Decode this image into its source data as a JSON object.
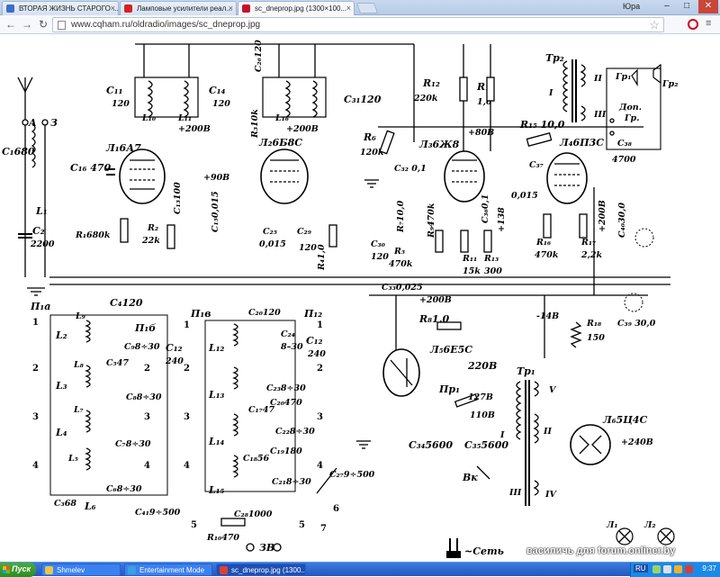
{
  "browser": {
    "tabs": [
      {
        "title": "ВТОРАЯ ЖИЗНЬ СТАРОГО ...",
        "icon_color": "#3b6fc8",
        "active": false
      },
      {
        "title": "Ламповые усилители реал...",
        "icon_color": "#d42222",
        "active": false
      },
      {
        "title": "sc_dneprop.jpg (1300×100...",
        "icon_color": "#c8102e",
        "active": true
      }
    ],
    "user": "Юра",
    "url": "www.cqham.ru/oldradio/images/sc_dneprop.jpg",
    "window_controls": [
      "–",
      "□",
      "✕"
    ],
    "nav": {
      "back": "←",
      "forward": "→",
      "reload": "↻"
    },
    "icons": [
      "page-icon",
      "star-icon",
      "opera-icon",
      "menu-icon"
    ]
  },
  "schematic": {
    "antenna": {
      "label_a": "A",
      "label_z": "З"
    },
    "tubes": [
      {
        "name": "Л₁6А7"
      },
      {
        "name": "Л₂6Б8С"
      },
      {
        "name": "Л₃6Ж8"
      },
      {
        "name": "Л₄6П3С"
      },
      {
        "name": "Л₅6Е5С"
      },
      {
        "name": "Л₆5Ц4С"
      }
    ],
    "labels": {
      "c1": "C₁680",
      "l1": "L₁",
      "c2": "C₂",
      "c2v": "2200",
      "c11": "C₁₁",
      "c11v": "120",
      "l10": "L₁₀",
      "l11": "L₁₁",
      "c14": "C₁₄",
      "c14v": "120",
      "c16": "C₁₆ 470",
      "r1": "R₁680k",
      "r2": "R₂",
      "r2v": "22k",
      "c13": "C₁₃100",
      "v90": "+90В",
      "c15": "C₁₅0,015",
      "v200a": "+200В",
      "c26": "C₂₆120",
      "r3": "R₃10k",
      "l16": "L₁₆",
      "c31": "C₃₁120",
      "v200b": "+200В",
      "c25": "C₂₅",
      "c25v": "0,015",
      "c29": "C₂₉",
      "c29v": "120",
      "r4": "R₄1,0",
      "r6": "R₆",
      "r6v": "120k",
      "r12": "R₁₂",
      "r12v": "220k",
      "r14": "R₁₄",
      "r14v": "1,6",
      "v80": "+80В",
      "c32": "C₃₂ 0,1",
      "r7": "R₇10,0",
      "r9": "R₉470k",
      "c36": "C₃₆0,1",
      "v138": "+138",
      "c30": "C₃₀",
      "c30v": "120",
      "r5": "R₅",
      "r5v": "470k",
      "r11": "R₁₁",
      "r11v": "15k",
      "r13": "R₁₃",
      "r13v": "300",
      "tr2": "Тр₂",
      "gr1": "Гр₁",
      "gr2": "Гр₂",
      "dop": "Доп.",
      "gr": "Гр.",
      "r15": "R₁₅ 10,0",
      "c37": "C₃₇",
      "c37v": "0,015",
      "c38": "C₃₈",
      "c38v": "4700",
      "r16": "R₁₆",
      "r16v": "470k",
      "r17": "R₁₇",
      "r17v": "2,2k",
      "v200c": "+200В",
      "c40": "C₄₀30,0",
      "c33": "C₃₃0,025",
      "v200d": "+200В",
      "r8": "R₈1,0",
      "m14": "-14В",
      "r18": "R₁₈",
      "r18v": "150",
      "c39": "C₃₉ 30,0",
      "p1a": "П₁а",
      "c4": "C₄120",
      "p1b": "П₁б",
      "c12": "C₁₂",
      "c12v": "240",
      "l9": "L₉",
      "l2": "L₂",
      "c9": "C₉8÷30",
      "c5": "C₅47",
      "l8": "L₈",
      "l3": "L₃",
      "c8": "C₈8÷30",
      "l7": "L₇",
      "l4": "L₄",
      "c7": "C₇8÷30",
      "l5": "L₅",
      "c3": "C₃68",
      "l6": "L₆",
      "c6": "C₆8÷30",
      "c41": "C₄₁9÷500",
      "p1v": "П₁в",
      "p1g": "П₁₂",
      "c20": "C₂₀120",
      "c24": "C₂₄",
      "c24v": "8–30",
      "l12": "L₁₂",
      "c12b": "C₁₂",
      "c12bv": "240",
      "l13": "L₁₃",
      "c23": "C₂₃8÷30",
      "c17": "C₁₇47",
      "c20b": "C₂₀470",
      "l14": "L₁₄",
      "c22": "C₂₂8÷30",
      "c19": "C₁₉180",
      "c18": "C₁₈56",
      "l15": "L₁₅",
      "c21": "C₂₁8÷30",
      "c27": "C₂₇9÷500",
      "c28": "C₂₈1000",
      "r10": "R₁₀470",
      "zv": "ЗВ",
      "v220": "220В",
      "tr1": "Тр₁",
      "pr1": "Пр₁",
      "v127": "127В",
      "v110": "110В",
      "c34": "C₃₄5600",
      "c35": "C₃₅5600",
      "vk": "Вк",
      "set": "~Сеть",
      "w1": "I",
      "w2": "II",
      "w3": "III",
      "w4": "IV",
      "w5": "V",
      "v240": "+240В",
      "l1s": "Л₁",
      "l2s": "Л₂"
    },
    "band_numbers": [
      "1",
      "2",
      "3",
      "4",
      "5",
      "6",
      "7"
    ],
    "watermark": "василичь для forum.onliner.by"
  },
  "taskbar": {
    "start": "Пуск",
    "tasks": [
      {
        "label": "Shmelev",
        "icon_color": "#e8c64a"
      },
      {
        "label": "Entertainment Mode",
        "icon_color": "#3aa0e0"
      },
      {
        "label": "sc_dneprop.jpg (1300...",
        "icon_color": "#e04030"
      }
    ],
    "lang": "RU",
    "clock": "9:37",
    "colors": {
      "taskbar": "#2556c0",
      "start": "#2e8b25",
      "tray": "#1a8ae6"
    }
  }
}
